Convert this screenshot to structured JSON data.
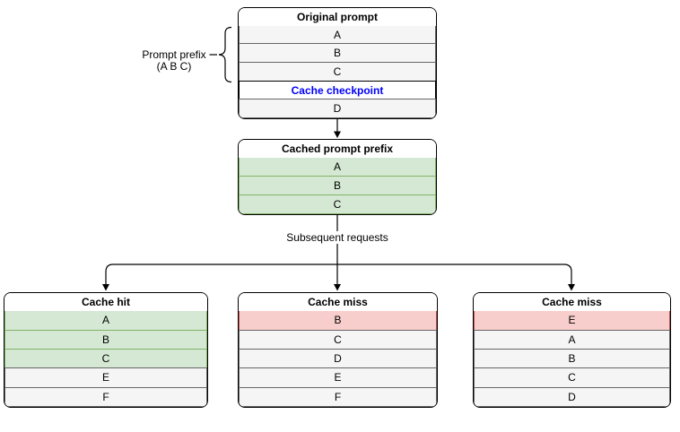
{
  "colors": {
    "cached_fill": "#d5e8d4",
    "cached_stroke": "#82b366",
    "miss_fill": "#f8cecc",
    "miss_stroke": "#b85450",
    "block_fill": "#f5f5f5",
    "block_stroke": "#666666",
    "checkpoint_text": "#0000ff",
    "line_color": "#000000"
  },
  "original_prompt": {
    "title": "Original prompt",
    "rows": [
      {
        "label": "A",
        "state": "gray"
      },
      {
        "label": "B",
        "state": "gray"
      },
      {
        "label": "C",
        "state": "gray"
      },
      {
        "label": "Cache checkpoint",
        "state": "checkpoint"
      },
      {
        "label": "D",
        "state": "gray"
      }
    ]
  },
  "prompt_prefix_label": {
    "line1": "Prompt prefix",
    "line2": "(A B C)"
  },
  "cached_prefix": {
    "title": "Cached prompt prefix",
    "rows": [
      {
        "label": "A",
        "state": "green"
      },
      {
        "label": "B",
        "state": "green"
      },
      {
        "label": "C",
        "state": "green"
      }
    ]
  },
  "subsequent_requests_label": "Subsequent requests",
  "branches": [
    {
      "title": "Cache hit",
      "rows": [
        {
          "label": "A",
          "state": "green"
        },
        {
          "label": "B",
          "state": "green"
        },
        {
          "label": "C",
          "state": "green"
        },
        {
          "label": "E",
          "state": "gray"
        },
        {
          "label": "F",
          "state": "gray"
        }
      ]
    },
    {
      "title": "Cache miss",
      "rows": [
        {
          "label": "B",
          "state": "red"
        },
        {
          "label": "C",
          "state": "gray"
        },
        {
          "label": "D",
          "state": "gray"
        },
        {
          "label": "E",
          "state": "gray"
        },
        {
          "label": "F",
          "state": "gray"
        }
      ]
    },
    {
      "title": "Cache miss",
      "rows": [
        {
          "label": "E",
          "state": "red"
        },
        {
          "label": "A",
          "state": "gray"
        },
        {
          "label": "B",
          "state": "gray"
        },
        {
          "label": "C",
          "state": "gray"
        },
        {
          "label": "D",
          "state": "gray"
        }
      ]
    }
  ]
}
